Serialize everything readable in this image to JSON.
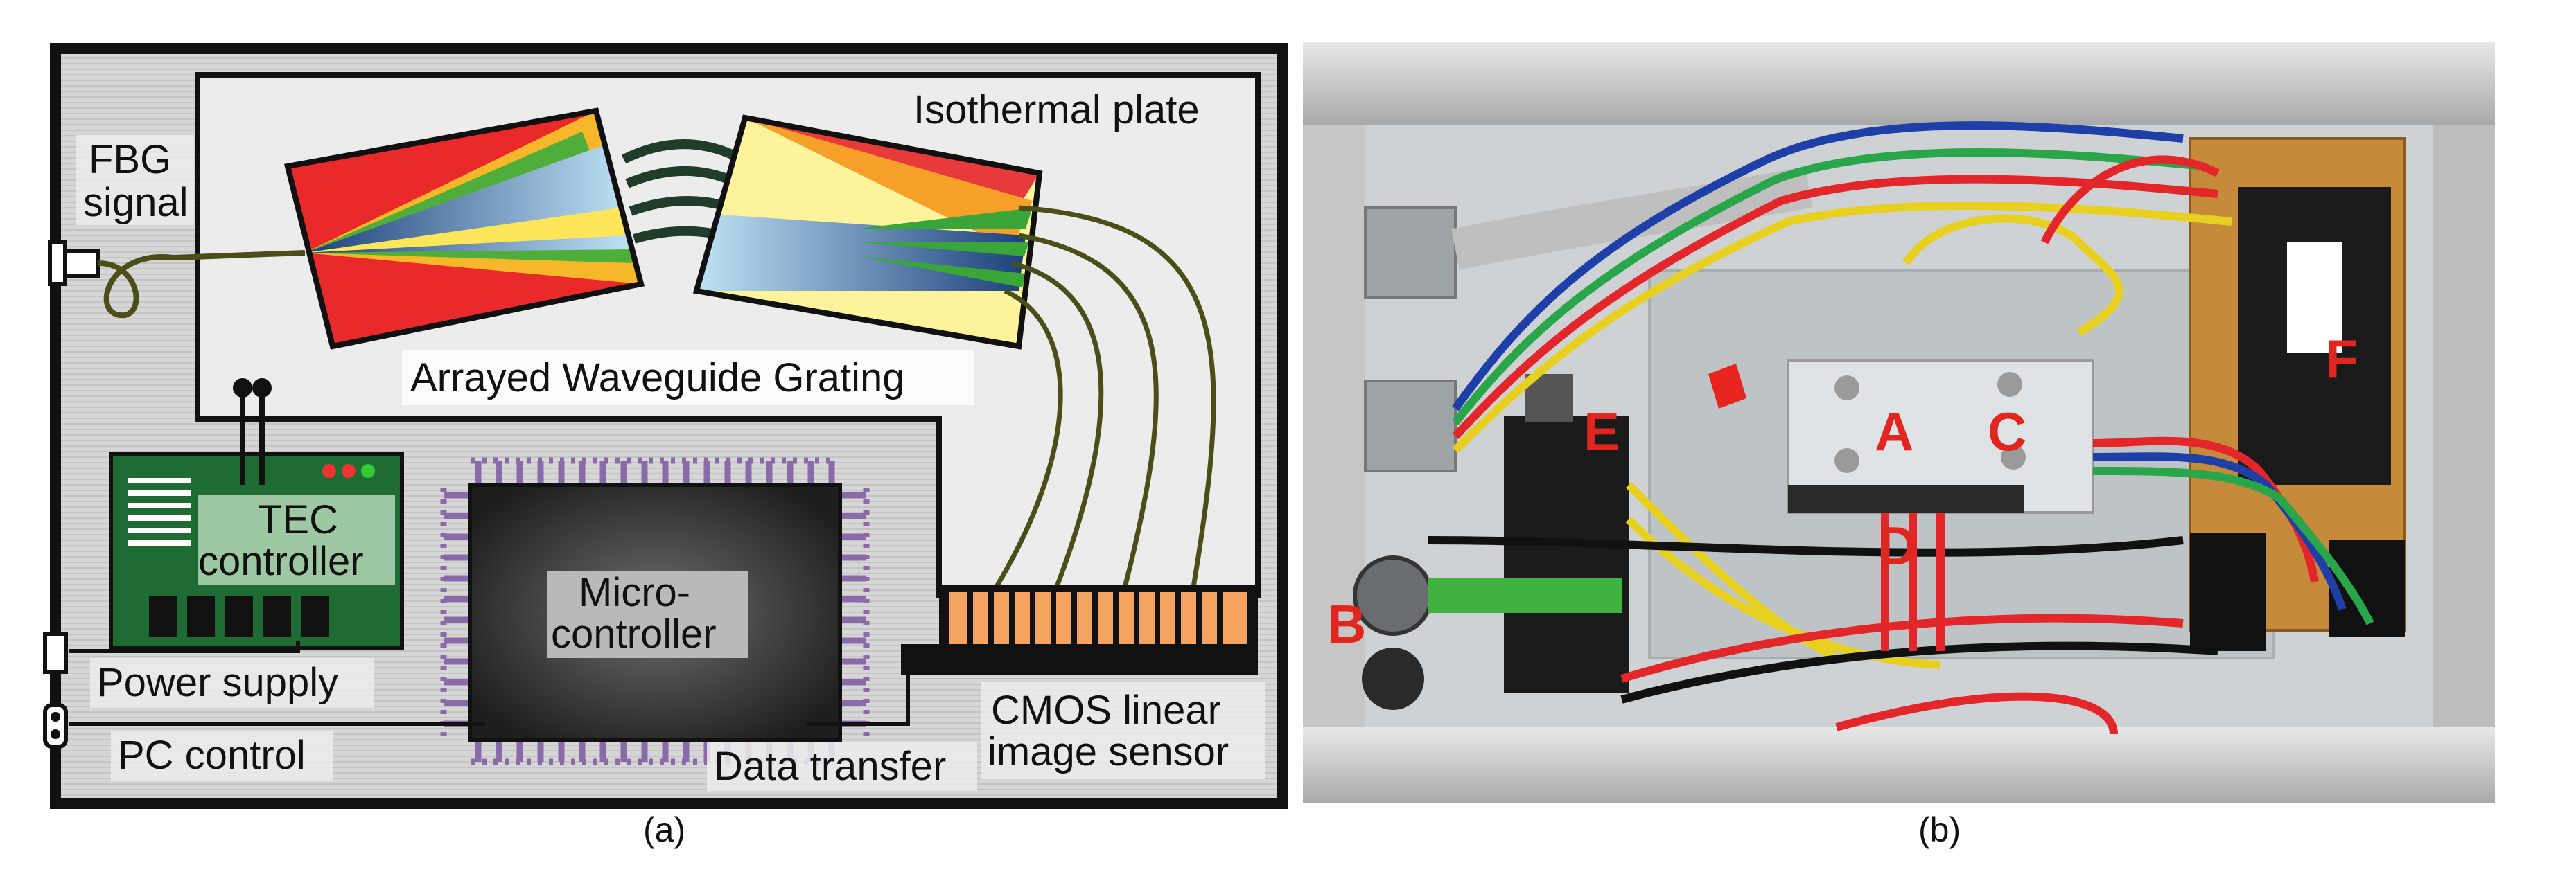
{
  "diagram": {
    "labels": {
      "fbg_signal_line1": "FBG",
      "fbg_signal_line2": "signal",
      "isothermal_plate": "Isothermal plate",
      "awg": "Arrayed Waveguide Grating",
      "tec_line1": "TEC",
      "tec_line2": "controller",
      "micro_line1": "Micro-",
      "micro_line2": "controller",
      "power_supply": "Power supply",
      "pc_control": "PC control",
      "data_transfer": "Data transfer",
      "cmos_line1": "CMOS linear",
      "cmos_line2": "image sensor"
    },
    "captions": {
      "a": "(a)",
      "b": "(b)"
    },
    "photo_labels": {
      "A": "A",
      "B": "B",
      "C": "C",
      "D": "D",
      "E": "E",
      "F": "F"
    },
    "colors": {
      "frame": "#111111",
      "background": "#d9d9d9",
      "plate": "#e8e8e8",
      "pcb": "#1f6b34",
      "fiber": "#4a4f1a",
      "chip": "#2b2b2b",
      "pins": "#8a6aa8",
      "sensor": "#f4a460",
      "photo_label": "#e0261f"
    }
  }
}
